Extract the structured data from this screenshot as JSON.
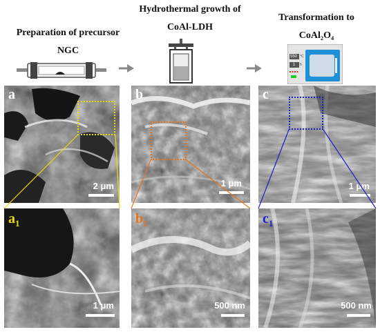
{
  "steps": {
    "step1_line1": "Preparation of precursor",
    "step1_line2": "NGC",
    "step2_line1": "Hydrothermal growth of",
    "step2_line2": "CoAl-LDH",
    "step3_line1": "Transformation to",
    "step3_line2": "CoAl₂O₄"
  },
  "panels": {
    "a": {
      "label": "a",
      "scale": "2 μm"
    },
    "b": {
      "label": "b",
      "scale": "1 μm"
    },
    "c": {
      "label": "c",
      "scale": "1 μm"
    },
    "a1": {
      "label": "a",
      "sub": "1",
      "scale": "1 μm"
    },
    "b1": {
      "label": "b",
      "sub": "1",
      "scale": "500 nm"
    },
    "c1": {
      "label": "c",
      "sub": "1",
      "scale": "500 nm"
    }
  },
  "oven": {
    "temp": "550",
    "temp_unit": "°C",
    "time": "1",
    "time_unit": "h"
  },
  "colors": {
    "a": "#e8e000",
    "b": "#e8741a",
    "c": "#1c1ccc"
  }
}
